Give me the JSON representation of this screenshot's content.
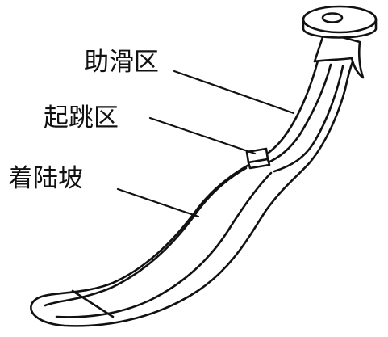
{
  "labels": {
    "inrun": "助滑区",
    "takeoff": "起跳区",
    "landing": "着陆坡"
  },
  "colors": {
    "stroke": "#111111",
    "fill": "#ffffff"
  }
}
